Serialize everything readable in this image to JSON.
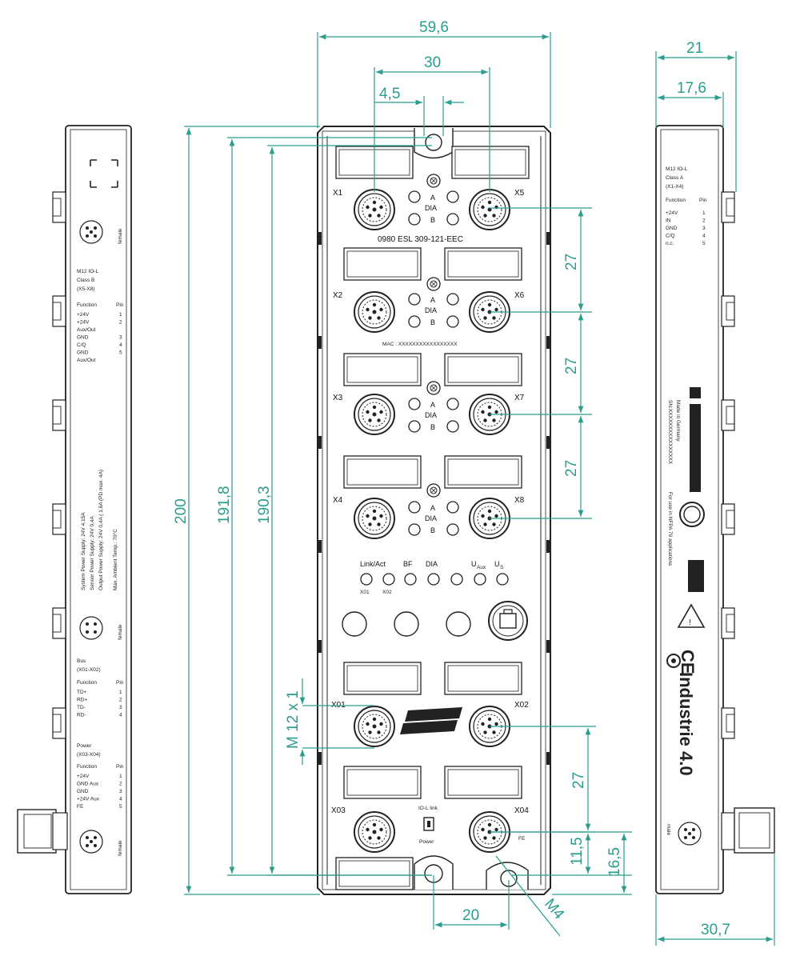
{
  "dimensions": {
    "width_total": "59,6",
    "port_spacing": "30",
    "hole_offset": "4,5",
    "height_total": "200",
    "height_mid": "191,8",
    "height_inner": "190,3",
    "pitch_1": "27",
    "pitch_2": "27",
    "pitch_3": "27",
    "pitch_4": "27",
    "bottom_11": "11,5",
    "bottom_16": "16,5",
    "thread": "M 12 x 1",
    "bottom_hole_spacing": "20",
    "side_depth_total": "21",
    "side_depth_inner": "17,6",
    "side_bottom_width": "30,7",
    "screw": "M4"
  },
  "front": {
    "part_number": "0980 ESL 309-121-EEC",
    "mac": "MAC : XXXXXXXXXXXXXXXXX",
    "ports_left": [
      "X1",
      "X2",
      "X3",
      "X4"
    ],
    "ports_right": [
      "X5",
      "X6",
      "X7",
      "X8"
    ],
    "bus_ports": [
      "X01",
      "X02"
    ],
    "power_ports": [
      "X03",
      "X04"
    ],
    "led_a": "A",
    "led_dia": "DIA",
    "led_b": "B",
    "status_link": "Link/Act",
    "status_bf": "BF",
    "status_dia": "DIA",
    "status_uaux": "U",
    "status_uaux_sub": "Aux",
    "status_us": "U",
    "status_us_sub": "S",
    "status_x01": "X01",
    "status_x02": "X02",
    "iol_link": "IO-L link",
    "power": "Power",
    "fe": "FE"
  },
  "left_side": {
    "female_1": "female",
    "iol_title": "M12 IO-L",
    "iol_class": "Class B",
    "iol_range": "(X5-X8)",
    "func_header": "Function",
    "pin_header": "Pin",
    "iol_functions": [
      "+24V",
      "+24V",
      "Aux/Out",
      "GND",
      "C/Q",
      "GND",
      "Aux/Out"
    ],
    "iol_pins": [
      "1",
      "2",
      "",
      "3",
      "4",
      "5",
      ""
    ],
    "supply_1": "System Power Supply:  24V  4,15A",
    "supply_2": "Sensor Power Supply:  24V  0,4A",
    "supply_3": "Output Power Supply:  24V  0,4A ( 1,6A (PD max. 4A)",
    "ambient": "Max. Ambient Temp.:  70°C",
    "female_2": "female",
    "bus_title": "Bus",
    "bus_range": "(X01-X02)",
    "bus_functions": [
      "TD+",
      "RD+",
      "TD-",
      "RD-"
    ],
    "bus_pins": [
      "1",
      "2",
      "3",
      "4"
    ],
    "power_title": "Power",
    "power_range": "(X03-X04)",
    "power_functions": [
      "+24V",
      "GND Aux",
      "GND",
      "+24V Aux",
      "FE"
    ],
    "power_pins": [
      "1",
      "2",
      "3",
      "4",
      "5"
    ],
    "female_3": "female"
  },
  "right_side": {
    "iol_title": "M12 IO-L",
    "iol_class": "Class A",
    "iol_range": "(X1-X4)",
    "func_header": "Function",
    "pin_header": "Pin",
    "functions": [
      "+24V",
      "IN",
      "GND",
      "C/Q",
      "n.c."
    ],
    "pins": [
      "1",
      "2",
      "3",
      "4",
      "5"
    ],
    "brand": "Industrie 4.0",
    "made_in": "Made in Germany",
    "serial": "SN:XXXXXXXXXXXXXXXX",
    "nfpa": "For use in NFPA 79 applications",
    "male": "male"
  }
}
